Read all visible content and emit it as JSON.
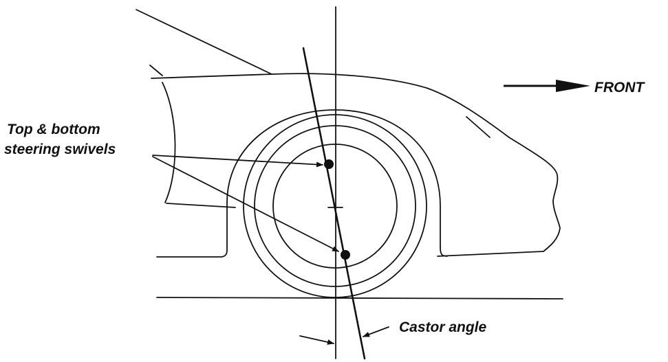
{
  "labels": {
    "front": "FRONT",
    "swivels_line1": "Top & bottom",
    "swivels_line2": "steering swivels",
    "castor": "Castor angle"
  },
  "colors": {
    "ink": "#111111",
    "background": "#ffffff"
  },
  "icons": {
    "front_arrow": "arrow-right-icon"
  }
}
